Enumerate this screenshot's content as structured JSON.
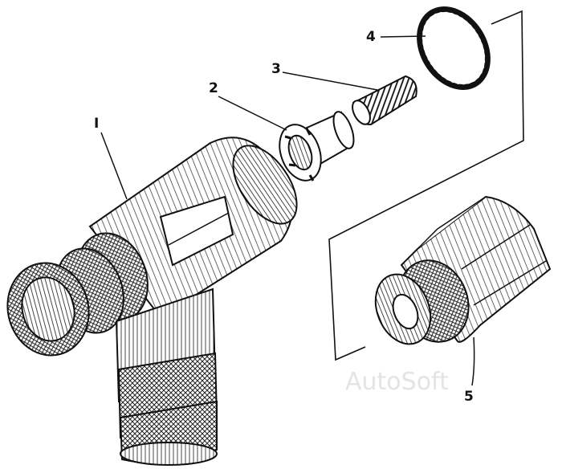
{
  "callouts": {
    "part1": "I",
    "part2": "2",
    "part3": "3",
    "part4": "4",
    "part5": "5"
  },
  "watermark": "AutoSoft",
  "colors": {
    "ink": "#111111",
    "paper": "#ffffff",
    "watermark": "#e4e4e4"
  }
}
